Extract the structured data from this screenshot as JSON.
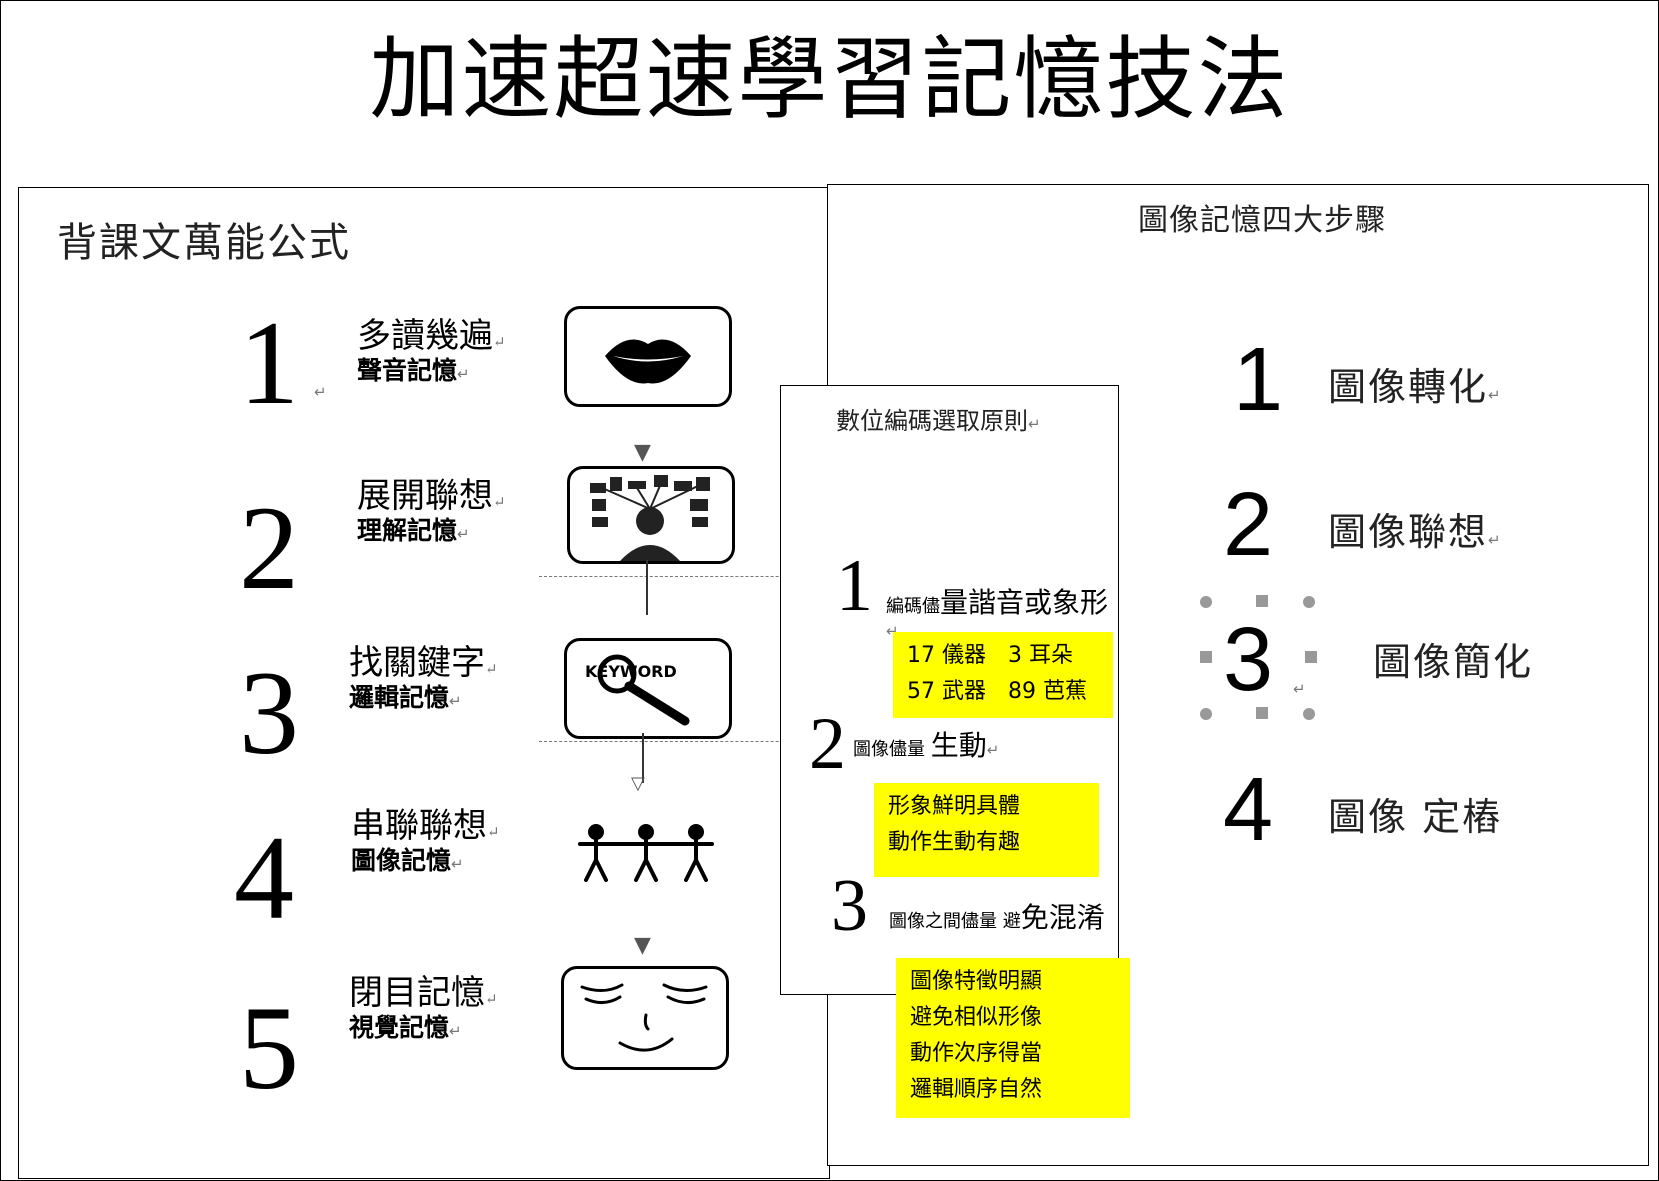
{
  "title": "加速超速學習記憶技法",
  "left": {
    "title": "背課文萬能公式",
    "steps": [
      {
        "num": "1",
        "main": "多讀幾遍",
        "sub": "聲音記憶"
      },
      {
        "num": "2",
        "main": "展開聯想",
        "sub": "理解記憶"
      },
      {
        "num": "3",
        "main": "找關鍵字",
        "sub": "邏輯記憶"
      },
      {
        "num": "4",
        "main": "串聯聯想",
        "sub": "圖像記憶"
      },
      {
        "num": "5",
        "main": "閉目記憶",
        "sub": "視覺記憶"
      }
    ],
    "keyword_icon_text": "KEYWORD"
  },
  "right": {
    "title": "圖像記憶四大步驟",
    "steps": [
      {
        "num": "1",
        "label": "圖像轉化"
      },
      {
        "num": "2",
        "label": "圖像聯想"
      },
      {
        "num": "3",
        "label": "圖像簡化"
      },
      {
        "num": "4",
        "label": "圖像 定樁"
      }
    ]
  },
  "middle": {
    "title": "數位編碼選取原則",
    "principles": [
      {
        "num": "1",
        "small": "編碼儘",
        "large": "量諧音或象形",
        "highlight": [
          "17 儀器　3 耳朵",
          "57 武器　89 芭蕉"
        ]
      },
      {
        "num": "2",
        "small": "圖像儘量",
        "large": "生動",
        "highlight": [
          "形象鮮明具體",
          "動作生動有趣"
        ]
      },
      {
        "num": "3",
        "small": "圖像之間儘量 避",
        "large": "免混淆",
        "highlight": [
          "圖像特徵明顯",
          "避免相似形像",
          "動作次序得當",
          "邏輯順序自然"
        ]
      }
    ]
  },
  "colors": {
    "highlight": "#ffff00",
    "border": "#000000"
  },
  "return_mark": "↵"
}
